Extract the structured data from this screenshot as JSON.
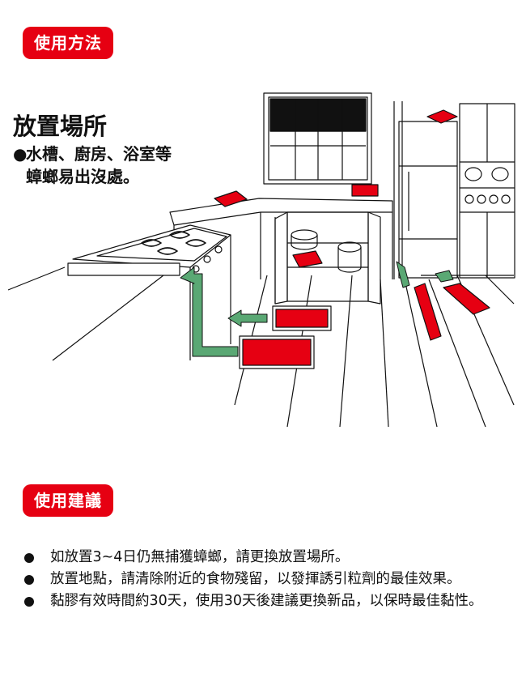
{
  "colors": {
    "accent": "#e60012",
    "arrow": "#5aa874",
    "line": "#111111"
  },
  "sections": {
    "usage": {
      "label": "使用方法"
    },
    "tips": {
      "label": "使用建議"
    }
  },
  "placement": {
    "title": "放置場所",
    "line1": "水槽、廚房、浴室等",
    "line2": "蟑螂易出沒處。",
    "bullet": "●"
  },
  "tips": [
    {
      "text": "如放置3~4日仍無捕獲蟑螂，請更換放置場所。"
    },
    {
      "text": "放置地點，請清除附近的食物殘留，以發揮誘引粒劑的最佳效果。"
    },
    {
      "text": "黏膠有效時間約30天，使用30天後建議更換新品，以保時最佳黏性。"
    }
  ]
}
